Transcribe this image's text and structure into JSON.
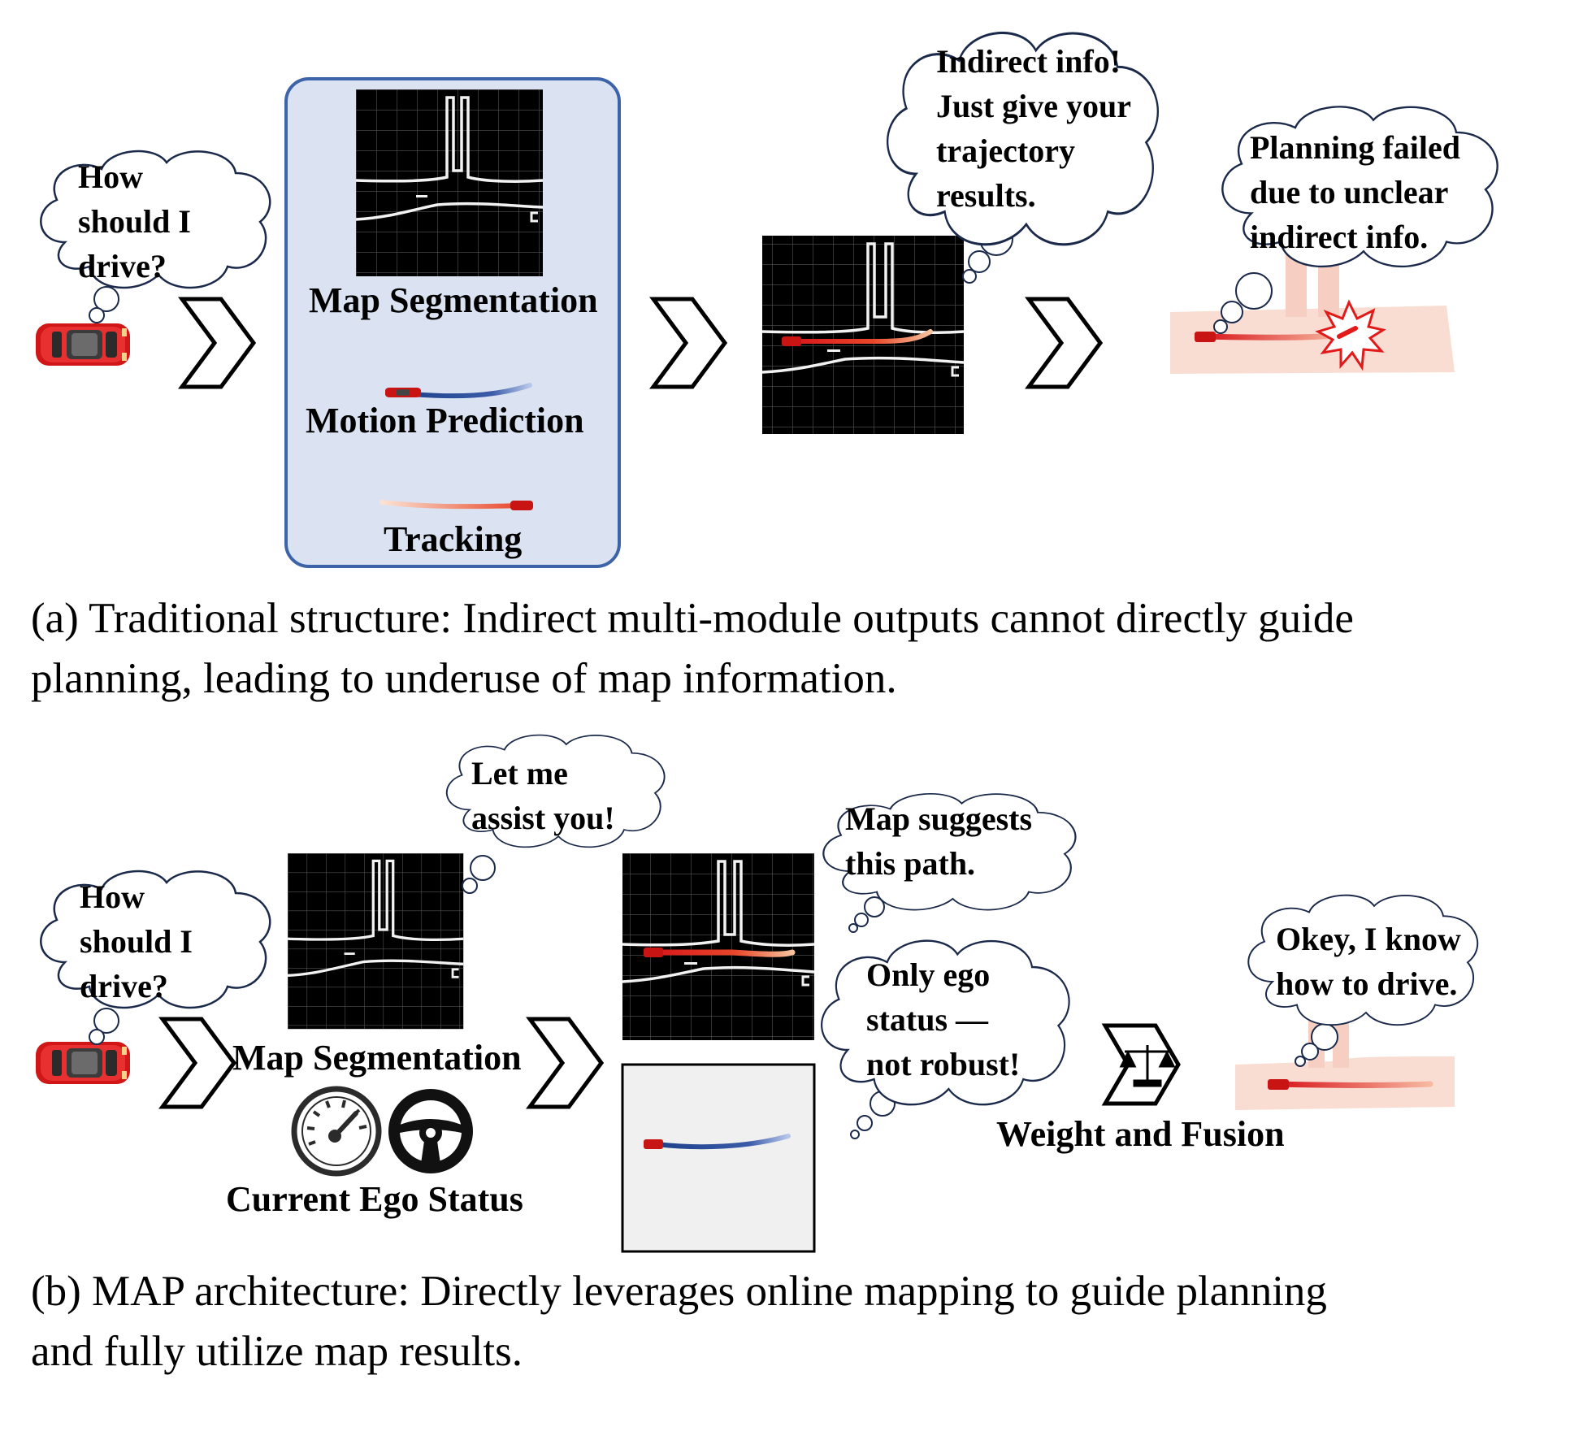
{
  "panel_a": {
    "bubble_how": [
      "How",
      "should I",
      "drive?"
    ],
    "module_labels": {
      "map_segmentation": "Map Segmentation",
      "motion_prediction": "Motion Prediction",
      "tracking": "Tracking"
    },
    "bubble_indirect": [
      "Indirect info!",
      "Just give your",
      "trajectory",
      "results."
    ],
    "bubble_failed": [
      "Planning failed",
      "due to unclear",
      "indirect info."
    ],
    "caption_lines": [
      "(a) Traditional structure: Indirect multi-module outputs cannot directly guide",
      "planning, leading to underuse of map information."
    ]
  },
  "panel_b": {
    "bubble_how": [
      "How",
      "should I",
      "drive?"
    ],
    "bubble_assist": [
      "Let me",
      "assist you!"
    ],
    "map_label": "Map Segmentation",
    "ego_label": "Current Ego Status",
    "bubble_map_path": [
      "Map suggests",
      "this path."
    ],
    "bubble_ego": [
      "Only ego",
      "status —",
      "not robust!"
    ],
    "fusion_label": "Weight and Fusion",
    "bubble_know": [
      "Okey, I know",
      "how to drive."
    ],
    "caption_lines": [
      "(b) MAP architecture: Directly leverages online mapping to guide  planning",
      "and fully utilize map results."
    ]
  },
  "icons": {
    "car": "car-icon",
    "chevron": "chevron-arrow-icon",
    "speedometer": "speedometer-icon",
    "steering": "steering-wheel-icon",
    "scale": "scale-icon",
    "explosion": "explosion-icon"
  },
  "colors": {
    "module_box_fill": "#dbe3f2",
    "module_box_stroke": "#3d64a8",
    "map_bg": "#000000",
    "road_line": "#f2f2f2",
    "planned_path": "#e8372a",
    "prediction_path": "#3a5ba8",
    "result_road_fill": "#f9ddd3",
    "car_red": "#d01616"
  }
}
